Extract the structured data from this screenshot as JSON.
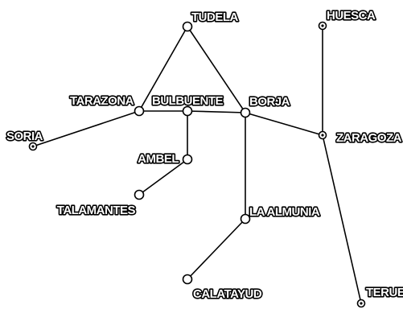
{
  "map": {
    "line_color": "#000000",
    "node_fill": "#ffffff",
    "label_fill": "#ffffff",
    "label_outline": "#000000",
    "nodes": [
      {
        "id": "tudela",
        "label": "TUDELA",
        "marker": "circle"
      },
      {
        "id": "tarazona",
        "label": "TARAZONA",
        "marker": "circle"
      },
      {
        "id": "bulbuente",
        "label": "BULBUENTE",
        "marker": "circle"
      },
      {
        "id": "borja",
        "label": "BORJA",
        "marker": "circle"
      },
      {
        "id": "soria",
        "label": "SORIA",
        "marker": "ring"
      },
      {
        "id": "ambel",
        "label": "AMBEL",
        "marker": "circle"
      },
      {
        "id": "talamantes",
        "label": "TALAMANTES",
        "marker": "circle"
      },
      {
        "id": "la_almunia",
        "label": "LA ALMUNIA",
        "marker": "circle"
      },
      {
        "id": "calatayud",
        "label": "CALATAYUD",
        "marker": "circle"
      },
      {
        "id": "huesca",
        "label": "HUESCA",
        "marker": "ring"
      },
      {
        "id": "zaragoza",
        "label": "ZARAGOZA",
        "marker": "ring"
      },
      {
        "id": "teruel",
        "label": "TERUEL",
        "marker": "ring"
      }
    ],
    "edges": [
      [
        "tudela",
        "tarazona"
      ],
      [
        "tudela",
        "borja"
      ],
      [
        "tarazona",
        "bulbuente"
      ],
      [
        "bulbuente",
        "borja"
      ],
      [
        "tarazona",
        "soria"
      ],
      [
        "bulbuente",
        "ambel"
      ],
      [
        "ambel",
        "talamantes"
      ],
      [
        "borja",
        "zaragoza"
      ],
      [
        "borja",
        "la_almunia"
      ],
      [
        "la_almunia",
        "calatayud"
      ],
      [
        "huesca",
        "zaragoza"
      ],
      [
        "zaragoza",
        "teruel"
      ]
    ]
  }
}
